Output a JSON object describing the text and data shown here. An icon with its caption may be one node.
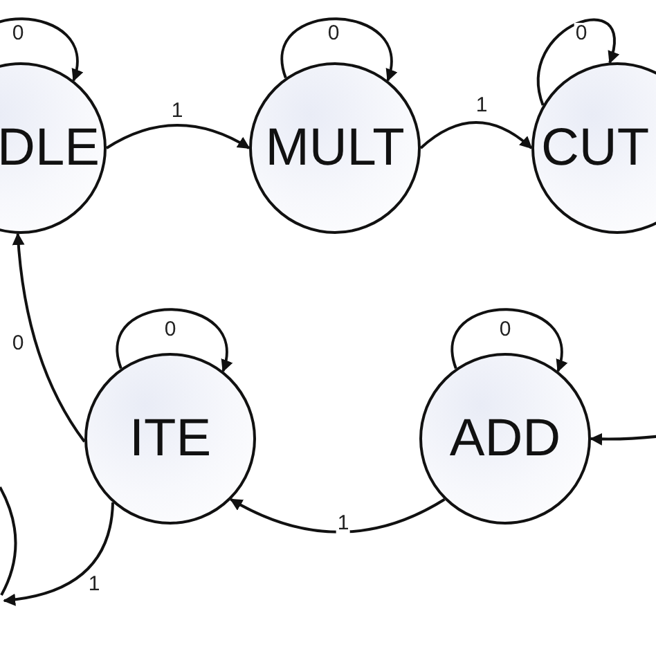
{
  "diagram": {
    "nodes": [
      {
        "text": [
          "DLE"
        ]
      },
      {
        "text": [
          "MULT"
        ]
      },
      {
        "text": [
          "CUT"
        ]
      },
      {
        "text": [
          "ITE"
        ]
      },
      {
        "text": [
          "ADD"
        ]
      }
    ],
    "edges": [
      {
        "from": 0,
        "to": 0,
        "arrow": "to",
        "label": "0"
      },
      {
        "from": 0,
        "to": 1,
        "arrow": "to",
        "label": "1"
      },
      {
        "from": 1,
        "to": 1,
        "arrow": "to",
        "label": "0"
      },
      {
        "from": 1,
        "to": 2,
        "arrow": "to",
        "label": "1"
      },
      {
        "from": 2,
        "to": 2,
        "arrow": "to",
        "label": "0"
      },
      {
        "from": 3,
        "to": 3,
        "arrow": "to",
        "label": "0"
      },
      {
        "from": 3,
        "to": 0,
        "arrow": "to",
        "label": "0"
      },
      {
        "from": 3,
        "to": null,
        "arrow": "to",
        "label": "1"
      },
      {
        "from": 4,
        "to": 3,
        "arrow": "to",
        "label": "1"
      },
      {
        "from": 4,
        "to": 4,
        "arrow": "to",
        "label": "0"
      },
      {
        "from": null,
        "to": 4,
        "arrow": "to"
      }
    ]
  }
}
